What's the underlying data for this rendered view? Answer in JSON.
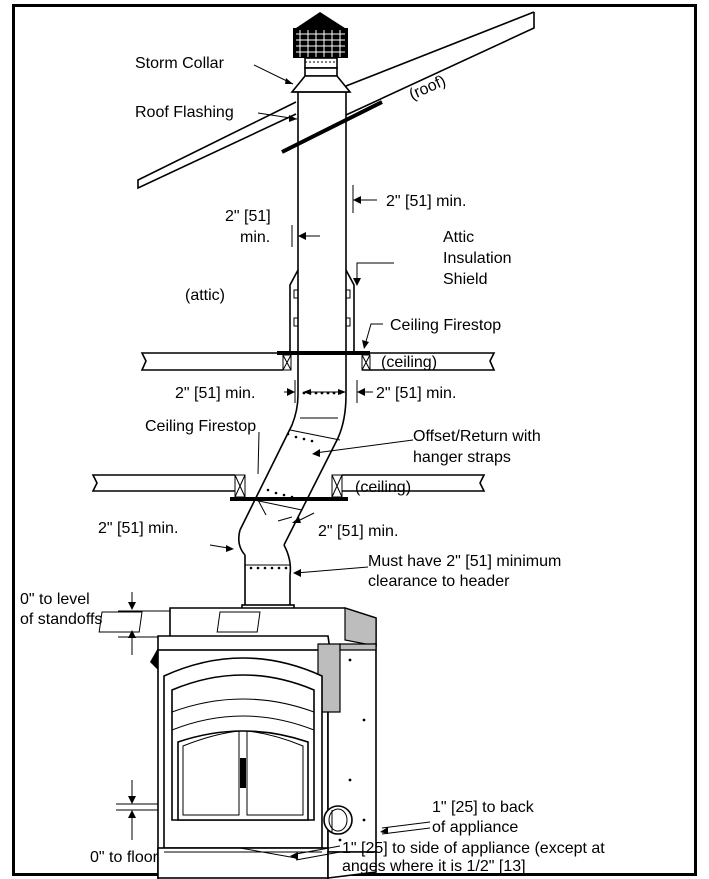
{
  "labels": {
    "storm_collar": "Storm Collar",
    "roof_flashing": "Roof Flashing",
    "roof": "(roof)",
    "clearance_top_right": "2\" [51] min.",
    "clearance_top_left_1": "2\" [51]",
    "clearance_top_left_2": "min.",
    "attic_shield_1": "Attic",
    "attic_shield_2": "Insulation",
    "attic_shield_3": "Shield",
    "attic": "(attic)",
    "ceiling_firestop_upper": "Ceiling Firestop",
    "ceiling_upper": "(ceiling)",
    "clearance_ceiling_left": "2\" [51] min.",
    "clearance_ceiling_right": "2\" [51] min.",
    "ceiling_firestop_lower": "Ceiling Firestop",
    "offset_return_1": "Offset/Return with",
    "offset_return_2": "hanger straps",
    "ceiling_lower": "(ceiling)",
    "clearance_lower_left": "2\" [51] min.",
    "clearance_lower_mid": "2\" [51] min.",
    "header_clearance_1": "Must have 2\" [51] minimum",
    "header_clearance_2": "clearance to header",
    "standoffs_1": "0\" to level",
    "standoffs_2": "of standoffs",
    "back_clearance_1": "1\" [25] to back",
    "back_clearance_2": "of appliance",
    "floor": "0\" to floor",
    "side_clearance_1": "1\" [25] to side of appliance (except at",
    "side_clearance_2": "anges where it is 1/2\" [13]"
  }
}
